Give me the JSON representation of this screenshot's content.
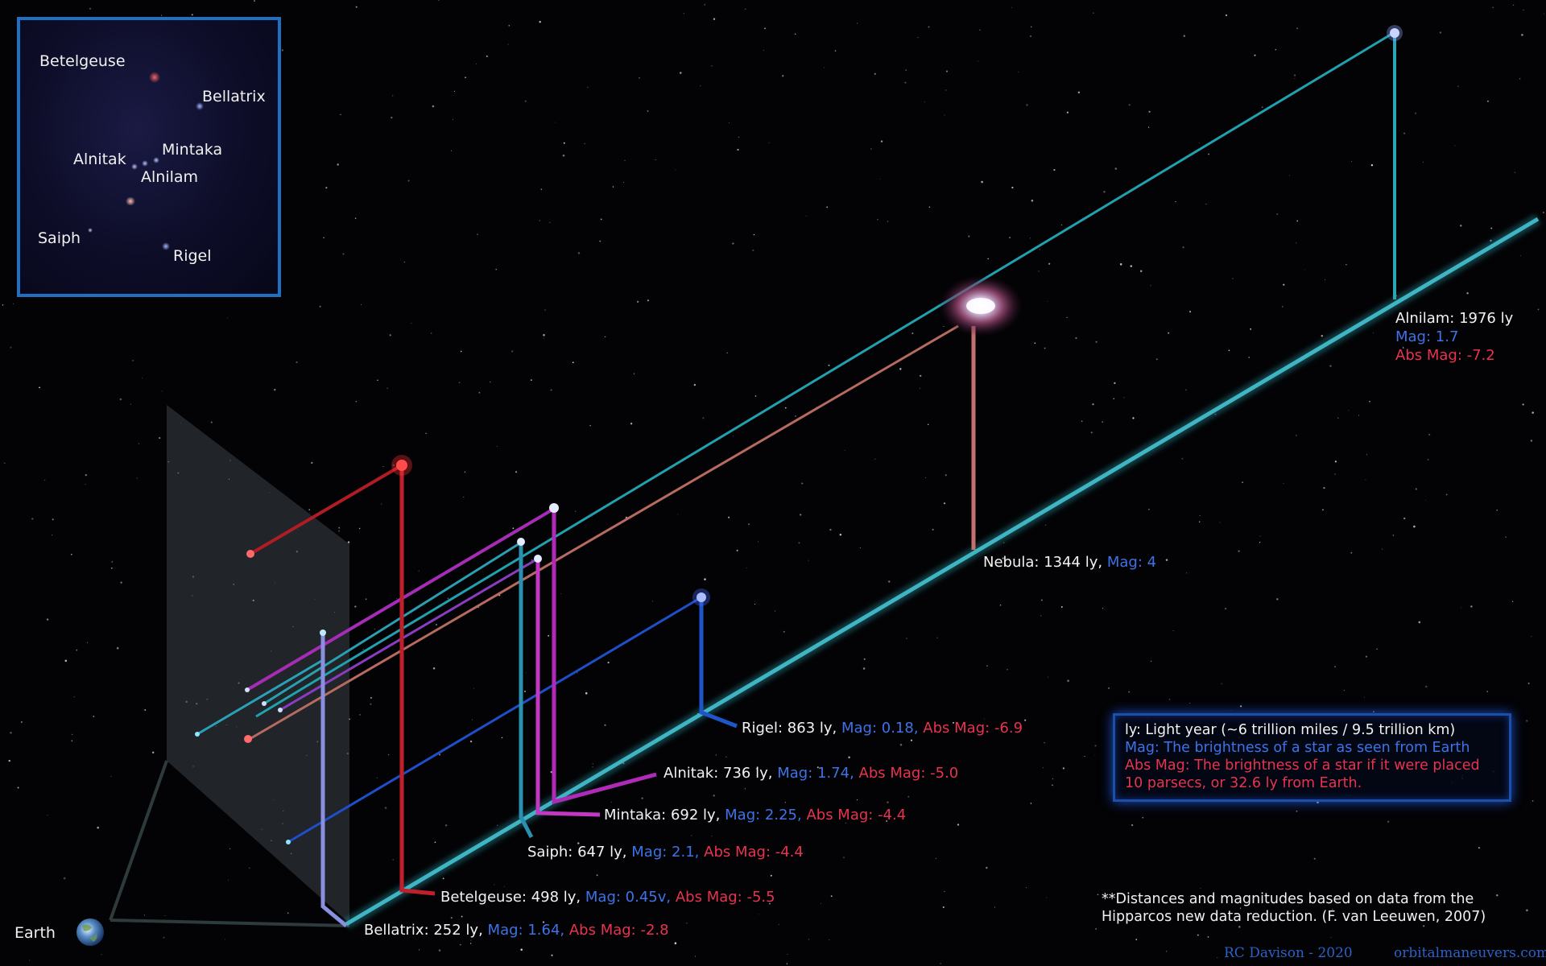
{
  "inset": {
    "labels": {
      "betelgeuse": "Betelgeuse",
      "bellatrix": "Bellatrix",
      "alnitak": "Alnitak",
      "mintaka": "Mintaka",
      "alnilam": "Alnilam",
      "saiph": "Saiph",
      "rigel": "Rigel"
    }
  },
  "stars": {
    "alnilam": {
      "name": "Alnilam: 1976 ly",
      "mag": "Mag: 1.7",
      "abs": "Abs Mag: -7.2"
    },
    "nebula": {
      "name": "Nebula: 1344 ly,",
      "mag": "Mag: 4"
    },
    "rigel": {
      "name": "Rigel: 863 ly,",
      "mag": "Mag: 0.18,",
      "abs": "Abs Mag: -6.9"
    },
    "alnitak": {
      "name": "Alnitak: 736 ly,",
      "mag": "Mag: 1.74,",
      "abs": "Abs Mag: -5.0"
    },
    "mintaka": {
      "name": "Mintaka: 692 ly,",
      "mag": "Mag: 2.25,",
      "abs": "Abs Mag: -4.4"
    },
    "saiph": {
      "name": "Saiph: 647 ly,",
      "mag": "Mag: 2.1,",
      "abs": "Abs Mag: -4.4"
    },
    "betelgeuse": {
      "name": "Betelgeuse: 498 ly,",
      "mag": "Mag: 0.45v,",
      "abs": "Abs Mag: -5.5"
    },
    "bellatrix": {
      "name": "Bellatrix: 252 ly,",
      "mag": "Mag: 1.64,",
      "abs": "Abs Mag: -2.8"
    }
  },
  "earth_label": "Earth",
  "legend": {
    "ly": "ly: Light year (~6 trillion miles / 9.5 trillion km)",
    "mag": "Mag:  The brightness of a star as seen from Earth",
    "abs1": "Abs Mag: The brightness of a star if it were placed",
    "abs2": "10 parsecs, or 32.6 ly from Earth."
  },
  "note": {
    "line1": "**Distances and magnitudes based on data from the",
    "line2": "Hipparcos new data reduction. (F. van Leeuwen, 2007)"
  },
  "credit": "RC Davison - 2020",
  "site": "orbitalmaneuvers.com",
  "colors": {
    "teal": "#2aa6b4",
    "red": "#c0202c",
    "magenta": "#b02ab8",
    "blue": "#1e4fc8",
    "salmon": "#c46a62",
    "lavender": "#8a90e0",
    "mag_blue": "#3d73e6",
    "abs_red": "#e8334f"
  }
}
